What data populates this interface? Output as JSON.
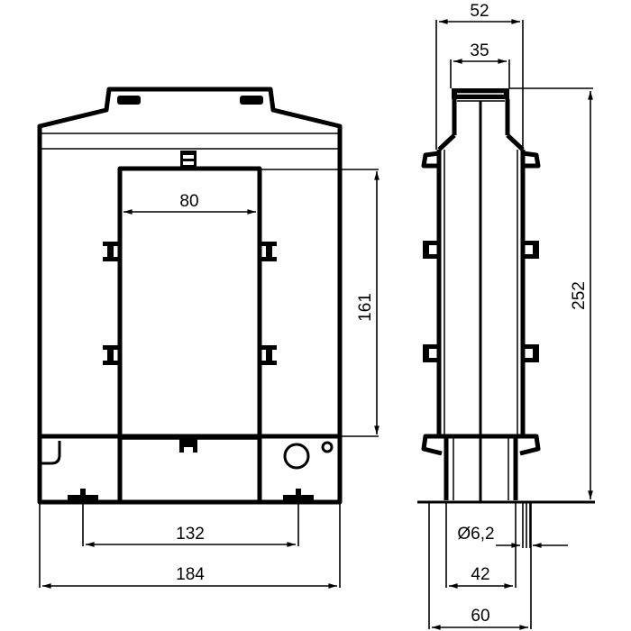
{
  "drawing": {
    "front_view": {
      "dimensions": {
        "window_width": "80",
        "window_height": "161",
        "mounting_hole_spacing": "132",
        "overall_width": "184"
      }
    },
    "side_view": {
      "dimensions": {
        "top_outer_width": "52",
        "top_inner_width": "35",
        "overall_height": "252",
        "hole_diameter": "Ø6,2",
        "base_inner_width": "42",
        "base_outer_width": "60"
      }
    },
    "colors": {
      "line": "#000000",
      "background": "#ffffff"
    }
  }
}
